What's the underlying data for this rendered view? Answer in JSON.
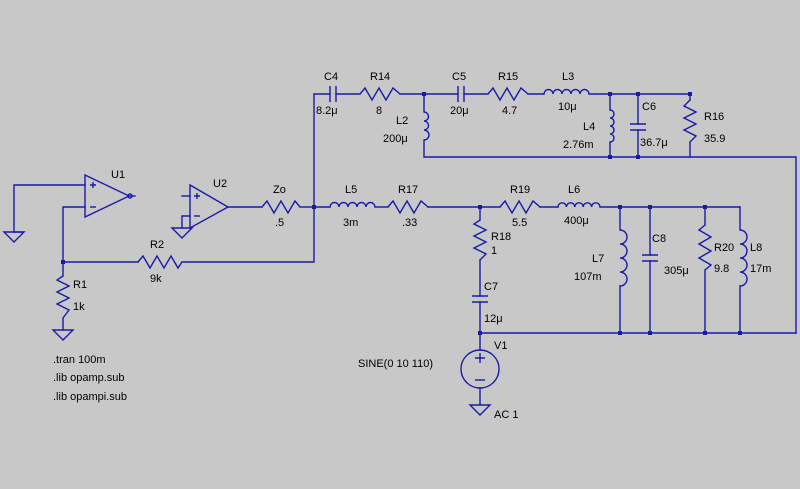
{
  "background_color": "#c8c8c8",
  "wire_color": "#1a1aa8",
  "components": {
    "U1": {
      "ref": "U1"
    },
    "U2": {
      "ref": "U2"
    },
    "R1": {
      "ref": "R1",
      "value": "1k"
    },
    "R2": {
      "ref": "R2",
      "value": "9k"
    },
    "Zo": {
      "ref": "Zo",
      "value": ".5"
    },
    "C4": {
      "ref": "C4",
      "value": "8.2μ"
    },
    "R14": {
      "ref": "R14",
      "value": "8"
    },
    "L2": {
      "ref": "L2",
      "value": "200μ"
    },
    "C5": {
      "ref": "C5",
      "value": "20μ"
    },
    "R15": {
      "ref": "R15",
      "value": "4.7"
    },
    "L3": {
      "ref": "L3",
      "value": "10μ"
    },
    "L4": {
      "ref": "L4",
      "value": "2.76m"
    },
    "C6": {
      "ref": "C6",
      "value": "36.7μ"
    },
    "R16": {
      "ref": "R16",
      "value": "35.9"
    },
    "L5": {
      "ref": "L5",
      "value": "3m"
    },
    "R17": {
      "ref": "R17",
      "value": ".33"
    },
    "R18": {
      "ref": "R18",
      "value": "1"
    },
    "C7": {
      "ref": "C7",
      "value": "12μ"
    },
    "R19": {
      "ref": "R19",
      "value": "5.5"
    },
    "L6": {
      "ref": "L6",
      "value": "400μ"
    },
    "L7": {
      "ref": "L7",
      "value": "107m"
    },
    "C8": {
      "ref": "C8",
      "value": "305μ"
    },
    "R20": {
      "ref": "R20",
      "value": "9.8"
    },
    "L8": {
      "ref": "L8",
      "value": "17m"
    },
    "V1": {
      "ref": "V1",
      "value": "SINE(0 10 110)",
      "ac": "AC 1"
    }
  },
  "directives": [
    ".tran 100m",
    ".lib opamp.sub",
    ".lib opampi.sub"
  ]
}
